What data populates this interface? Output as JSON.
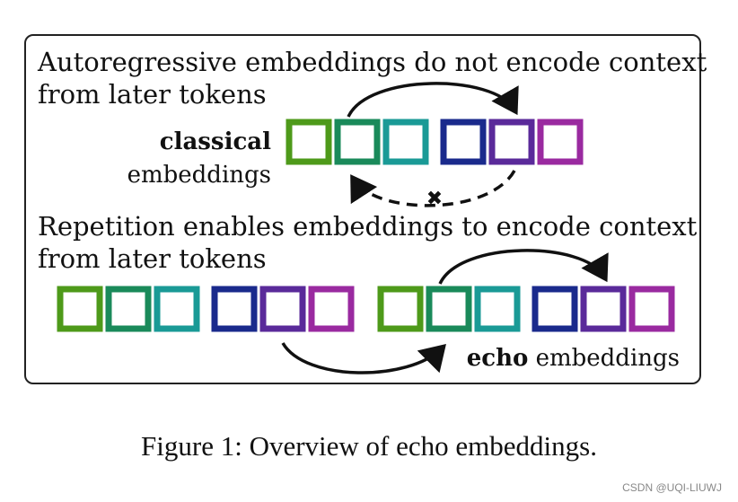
{
  "panel": {
    "heading_top_line1": "Autoregressive embeddings do not encode context",
    "heading_top_line2": "from later tokens",
    "classical_label_bold": "classical",
    "classical_label_rest": "embeddings",
    "heading_bottom_line1": "Repetition enables embeddings to encode context",
    "heading_bottom_line2": "from later tokens",
    "echo_label_bold": "echo",
    "echo_label_rest": " embeddings",
    "blocked_mark": "✖"
  },
  "token_colors": [
    "#4e9a1a",
    "#1a8a5a",
    "#1a9a96",
    "#1a2a8c",
    "#5a2a9a",
    "#9a2aa0"
  ],
  "caption": "Figure 1: Overview of echo embeddings.",
  "watermark": "CSDN @UQI-LIUWJ"
}
